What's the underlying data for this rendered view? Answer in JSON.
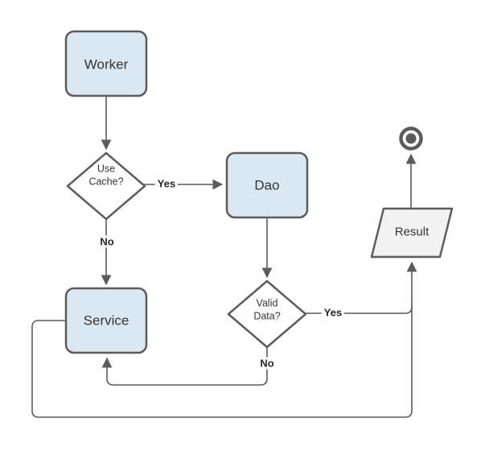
{
  "diagram": {
    "type": "flowchart",
    "nodes": {
      "worker": {
        "label": "Worker",
        "shape": "rounded-rect"
      },
      "use_cache": {
        "line1": "Use",
        "line2": "Cache?",
        "shape": "diamond"
      },
      "dao": {
        "label": "Dao",
        "shape": "rounded-rect"
      },
      "valid_data": {
        "line1": "Valid",
        "line2": "Data?",
        "shape": "diamond"
      },
      "service": {
        "label": "Service",
        "shape": "rounded-rect"
      },
      "result": {
        "label": "Result",
        "shape": "parallelogram"
      },
      "end": {
        "shape": "terminator-circle"
      }
    },
    "edges": {
      "worker_to_use_cache": {
        "label": ""
      },
      "use_cache_to_dao": {
        "label": "Yes"
      },
      "use_cache_to_service": {
        "label": "No"
      },
      "dao_to_valid_data": {
        "label": ""
      },
      "valid_data_to_service": {
        "label": "No"
      },
      "valid_data_to_result": {
        "label": "Yes"
      },
      "service_to_result": {
        "label": ""
      },
      "result_to_end": {
        "label": ""
      }
    },
    "colors": {
      "node_fill_blue": "#d9e8f2",
      "node_fill_gray": "#f2f2f2",
      "node_fill_white": "#ffffff",
      "stroke": "#5c5c5c",
      "text": "#343434",
      "edge_label_text": "#262626",
      "background": "#ffffff"
    }
  }
}
